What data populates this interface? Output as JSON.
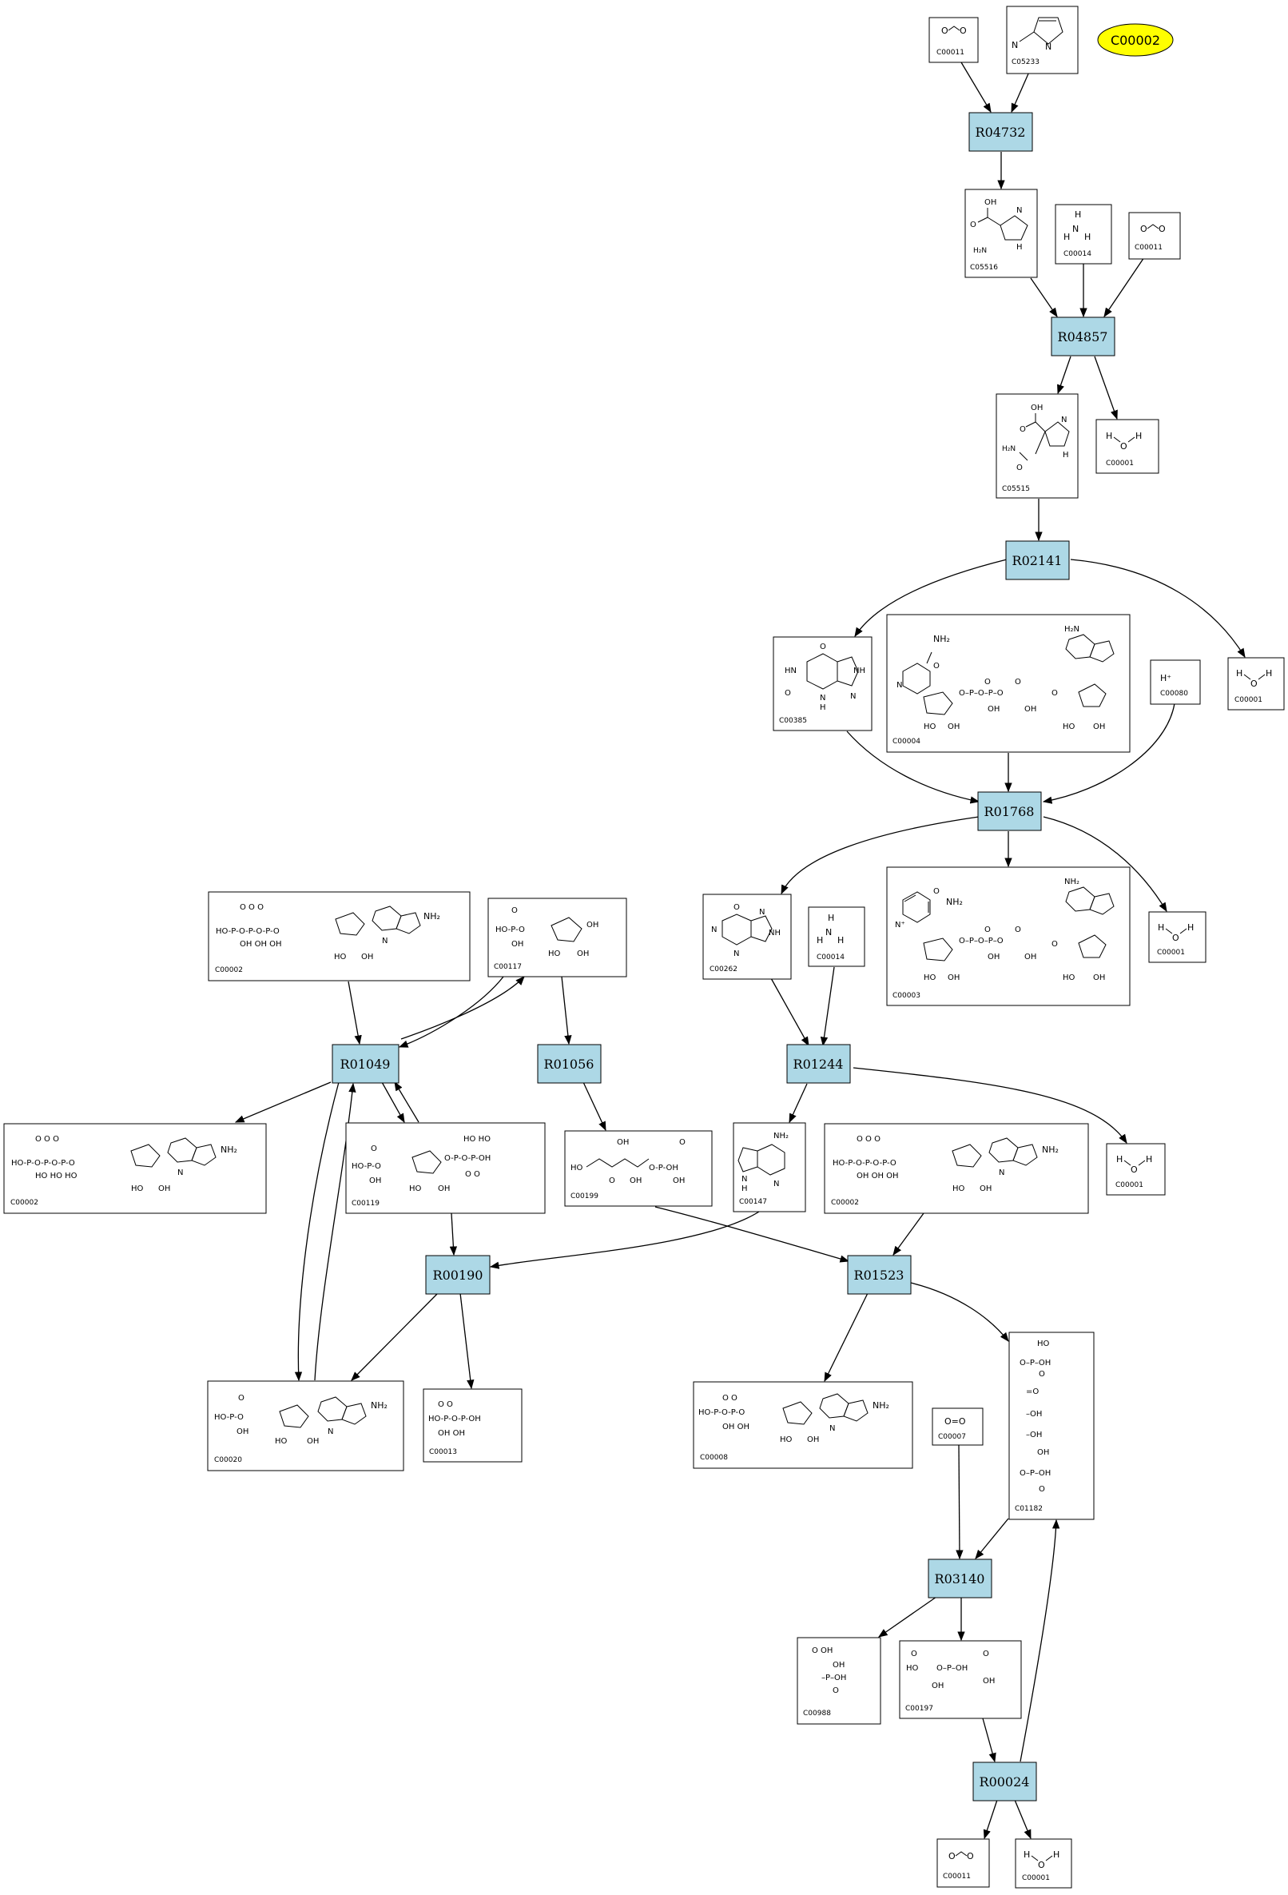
{
  "pathway": {
    "start_compound": "C00002",
    "colors": {
      "reaction_fill": "#add8e6",
      "start_fill": "#ffff00",
      "edge": "#000000",
      "box_border": "#000000"
    },
    "reactions": [
      "R04732",
      "R04857",
      "R02141",
      "R01768",
      "R01049",
      "R01056",
      "R01244",
      "R00190",
      "R01523",
      "R03140",
      "R00024"
    ],
    "compounds": [
      {
        "id": "c-r04732-in-1",
        "label": "C00011",
        "structure": "O=C=O"
      },
      {
        "id": "c-r04732-in-2",
        "label": "C05233",
        "structure": "imidazole ring"
      },
      {
        "id": "c-r04857-in-1",
        "label": "C05516",
        "structure": "aminoimidazole carboxylic acid"
      },
      {
        "id": "c-r04857-in-2",
        "label": "C00014",
        "structure": "NH3"
      },
      {
        "id": "c-r04857-in-3",
        "label": "C00011",
        "structure": "O=C=O"
      },
      {
        "id": "c-r04857-out-1",
        "label": "C05515",
        "structure": "carbamoyl aminoimidazole carboxylic acid"
      },
      {
        "id": "c-r04857-out-2",
        "label": "C00001",
        "structure": "H2O"
      },
      {
        "id": "c-r02141-out-1",
        "label": "C00385",
        "structure": "xanthine"
      },
      {
        "id": "c-r02141-out-2",
        "label": "C00001",
        "structure": "H2O"
      },
      {
        "id": "c-r01768-in-1",
        "label": "C00004",
        "structure": "NADH"
      },
      {
        "id": "c-r01768-in-2",
        "label": "C00080",
        "structure": "H+"
      },
      {
        "id": "c-r01768-out-1",
        "label": "C00262",
        "structure": "hypoxanthine"
      },
      {
        "id": "c-r01768-out-2",
        "label": "C00003",
        "structure": "NAD+"
      },
      {
        "id": "c-r01768-out-3",
        "label": "C00001",
        "structure": "H2O"
      },
      {
        "id": "c-r01049-in-1",
        "label": "C00002",
        "structure": "ATP"
      },
      {
        "id": "c-r01049-in-2",
        "label": "C00117",
        "structure": "ribose 5-phosphate"
      },
      {
        "id": "c-r01244-in-1",
        "label": "C00014",
        "structure": "NH3"
      },
      {
        "id": "c-r01049-out-1",
        "label": "C00002",
        "structure": "ATP"
      },
      {
        "id": "c-r01049-out-2",
        "label": "C00119",
        "structure": "PRPP"
      },
      {
        "id": "c-r01056-out-1",
        "label": "C00199",
        "structure": "ribulose 5-phosphate"
      },
      {
        "id": "c-r01244-out-1",
        "label": "C00147",
        "structure": "adenine"
      },
      {
        "id": "c-r01244-out-2",
        "label": "C00001",
        "structure": "H2O"
      },
      {
        "id": "c-r01523-in-1",
        "label": "C00002",
        "structure": "ATP"
      },
      {
        "id": "c-r00190-out-1",
        "label": "C00020",
        "structure": "AMP"
      },
      {
        "id": "c-r00190-out-2",
        "label": "C00013",
        "structure": "pyrophosphate"
      },
      {
        "id": "c-r01523-out-1",
        "label": "C00008",
        "structure": "ADP"
      },
      {
        "id": "c-r01523-out-2",
        "label": "C01182",
        "structure": "ribulose 1,5-bisphosphate"
      },
      {
        "id": "c-r03140-in-1",
        "label": "C00007",
        "structure": "O=O"
      },
      {
        "id": "c-r03140-out-1",
        "label": "C00988",
        "structure": "2-phosphoglycolate"
      },
      {
        "id": "c-r03140-out-2",
        "label": "C00197",
        "structure": "3-phosphoglycerate"
      },
      {
        "id": "c-r00024-out-1",
        "label": "C00011",
        "structure": "O=C=O"
      },
      {
        "id": "c-r00024-out-2",
        "label": "C00001",
        "structure": "H2O"
      }
    ]
  }
}
